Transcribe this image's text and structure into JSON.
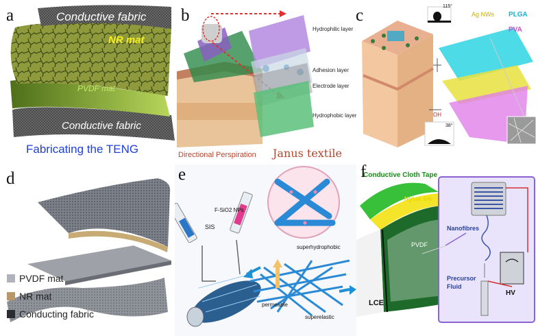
{
  "panel_a": {
    "label": "a",
    "top_fabric": "Conductive fabric",
    "nr_mat": "NR mat",
    "pvdf_mat": "PVDF mat",
    "bottom_fabric": "Conductive fabric",
    "caption": "Fabricating the TENG"
  },
  "panel_b": {
    "label": "b",
    "layers": [
      "Hydrophilic layer",
      "Adhesion layer",
      "Electrode layer",
      "Hydrophobic layer"
    ],
    "caption_left": "Directional Perspiration",
    "caption_right": "Janus textile"
  },
  "panel_c": {
    "label": "c",
    "legend": [
      "Ag NWs",
      "PLGA",
      "PVA"
    ],
    "angle_top": "115°",
    "angle_bottom": "38°",
    "chem_oh": "OH"
  },
  "panel_d": {
    "label": "d",
    "legend": [
      "PVDF mat",
      "NR mat",
      "Conducting fabric"
    ]
  },
  "panel_e": {
    "label": "e",
    "sis": "SIS",
    "sio2": "F-SiO2 NPs",
    "superhydrophobic": "superhydrophobic",
    "permeable": "permeable",
    "superelastic": "superelastic"
  },
  "panel_f": {
    "label": "f",
    "tape": "Conductive Cloth Tape",
    "nylon": "Nylon 6/6",
    "pvdf": "PVDF",
    "lce": "LCE",
    "nanofibres": "Nanofibres",
    "precursor": "Precursor\nFluid",
    "hv": "HV"
  },
  "colors": {
    "caption_blue": "#1f3fd6",
    "janus_red": "#b6452c",
    "nylon_yellow": "#f0e000",
    "tape_green": "#1a8a1a",
    "frame_purple": "#8a62d6"
  }
}
